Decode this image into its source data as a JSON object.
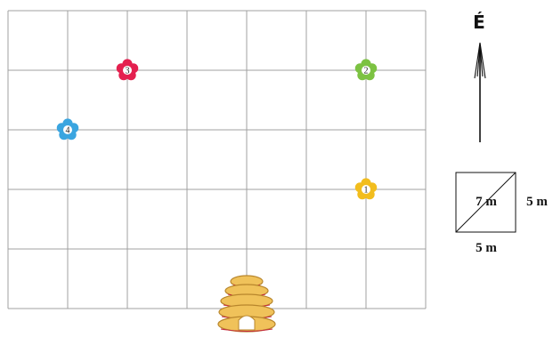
{
  "grid": {
    "columns": 7,
    "rows": 5,
    "line_color": "#a0a0a0"
  },
  "flowers": [
    {
      "label": "1",
      "color": "#f2bd1d",
      "col": 6,
      "row": 3
    },
    {
      "label": "2",
      "color": "#7cc242",
      "col": 6,
      "row": 1
    },
    {
      "label": "3",
      "color": "#e4204f",
      "col": 2,
      "row": 1
    },
    {
      "label": "4",
      "color": "#3aa5e0",
      "col": 1,
      "row": 2
    }
  ],
  "beehive": {
    "icon": "beehive-icon",
    "col": 4,
    "row": 5
  },
  "compass": {
    "label": "É",
    "icon": "north-arrow-icon"
  },
  "scale": {
    "diagonal_label": "7 m",
    "side_label": "5 m",
    "bottom_label": "5 m"
  }
}
